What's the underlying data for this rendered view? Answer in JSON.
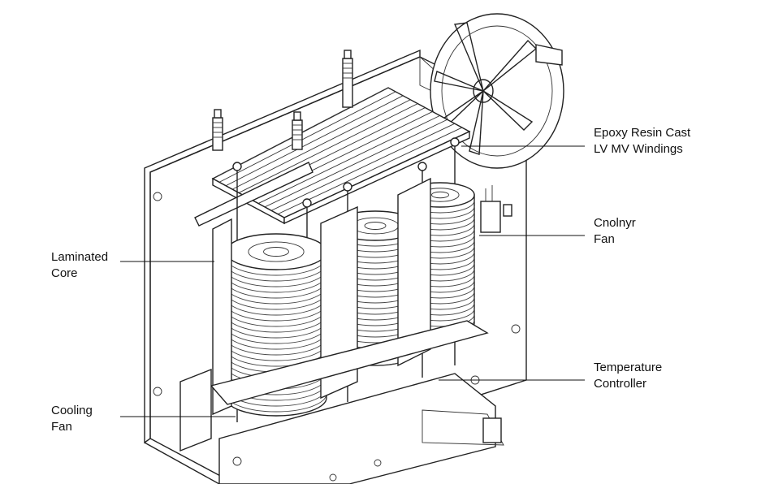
{
  "labels": {
    "winding": {
      "line1": "Epoxy Resin Cast",
      "line2": "LV MV Windings"
    },
    "cooling_fan_right": {
      "line1": "Cnolnyr",
      "line2": "Fan"
    },
    "core": {
      "line1": "Laminated",
      "line2": "Core"
    },
    "temperature": {
      "line1": "Temperature",
      "line2": "Controller"
    },
    "cooling_fan_left": {
      "line1": "Cooling",
      "line2": "Fan"
    }
  },
  "colors": {
    "line": "#222222",
    "background": "#ffffff",
    "text": "#111111"
  }
}
